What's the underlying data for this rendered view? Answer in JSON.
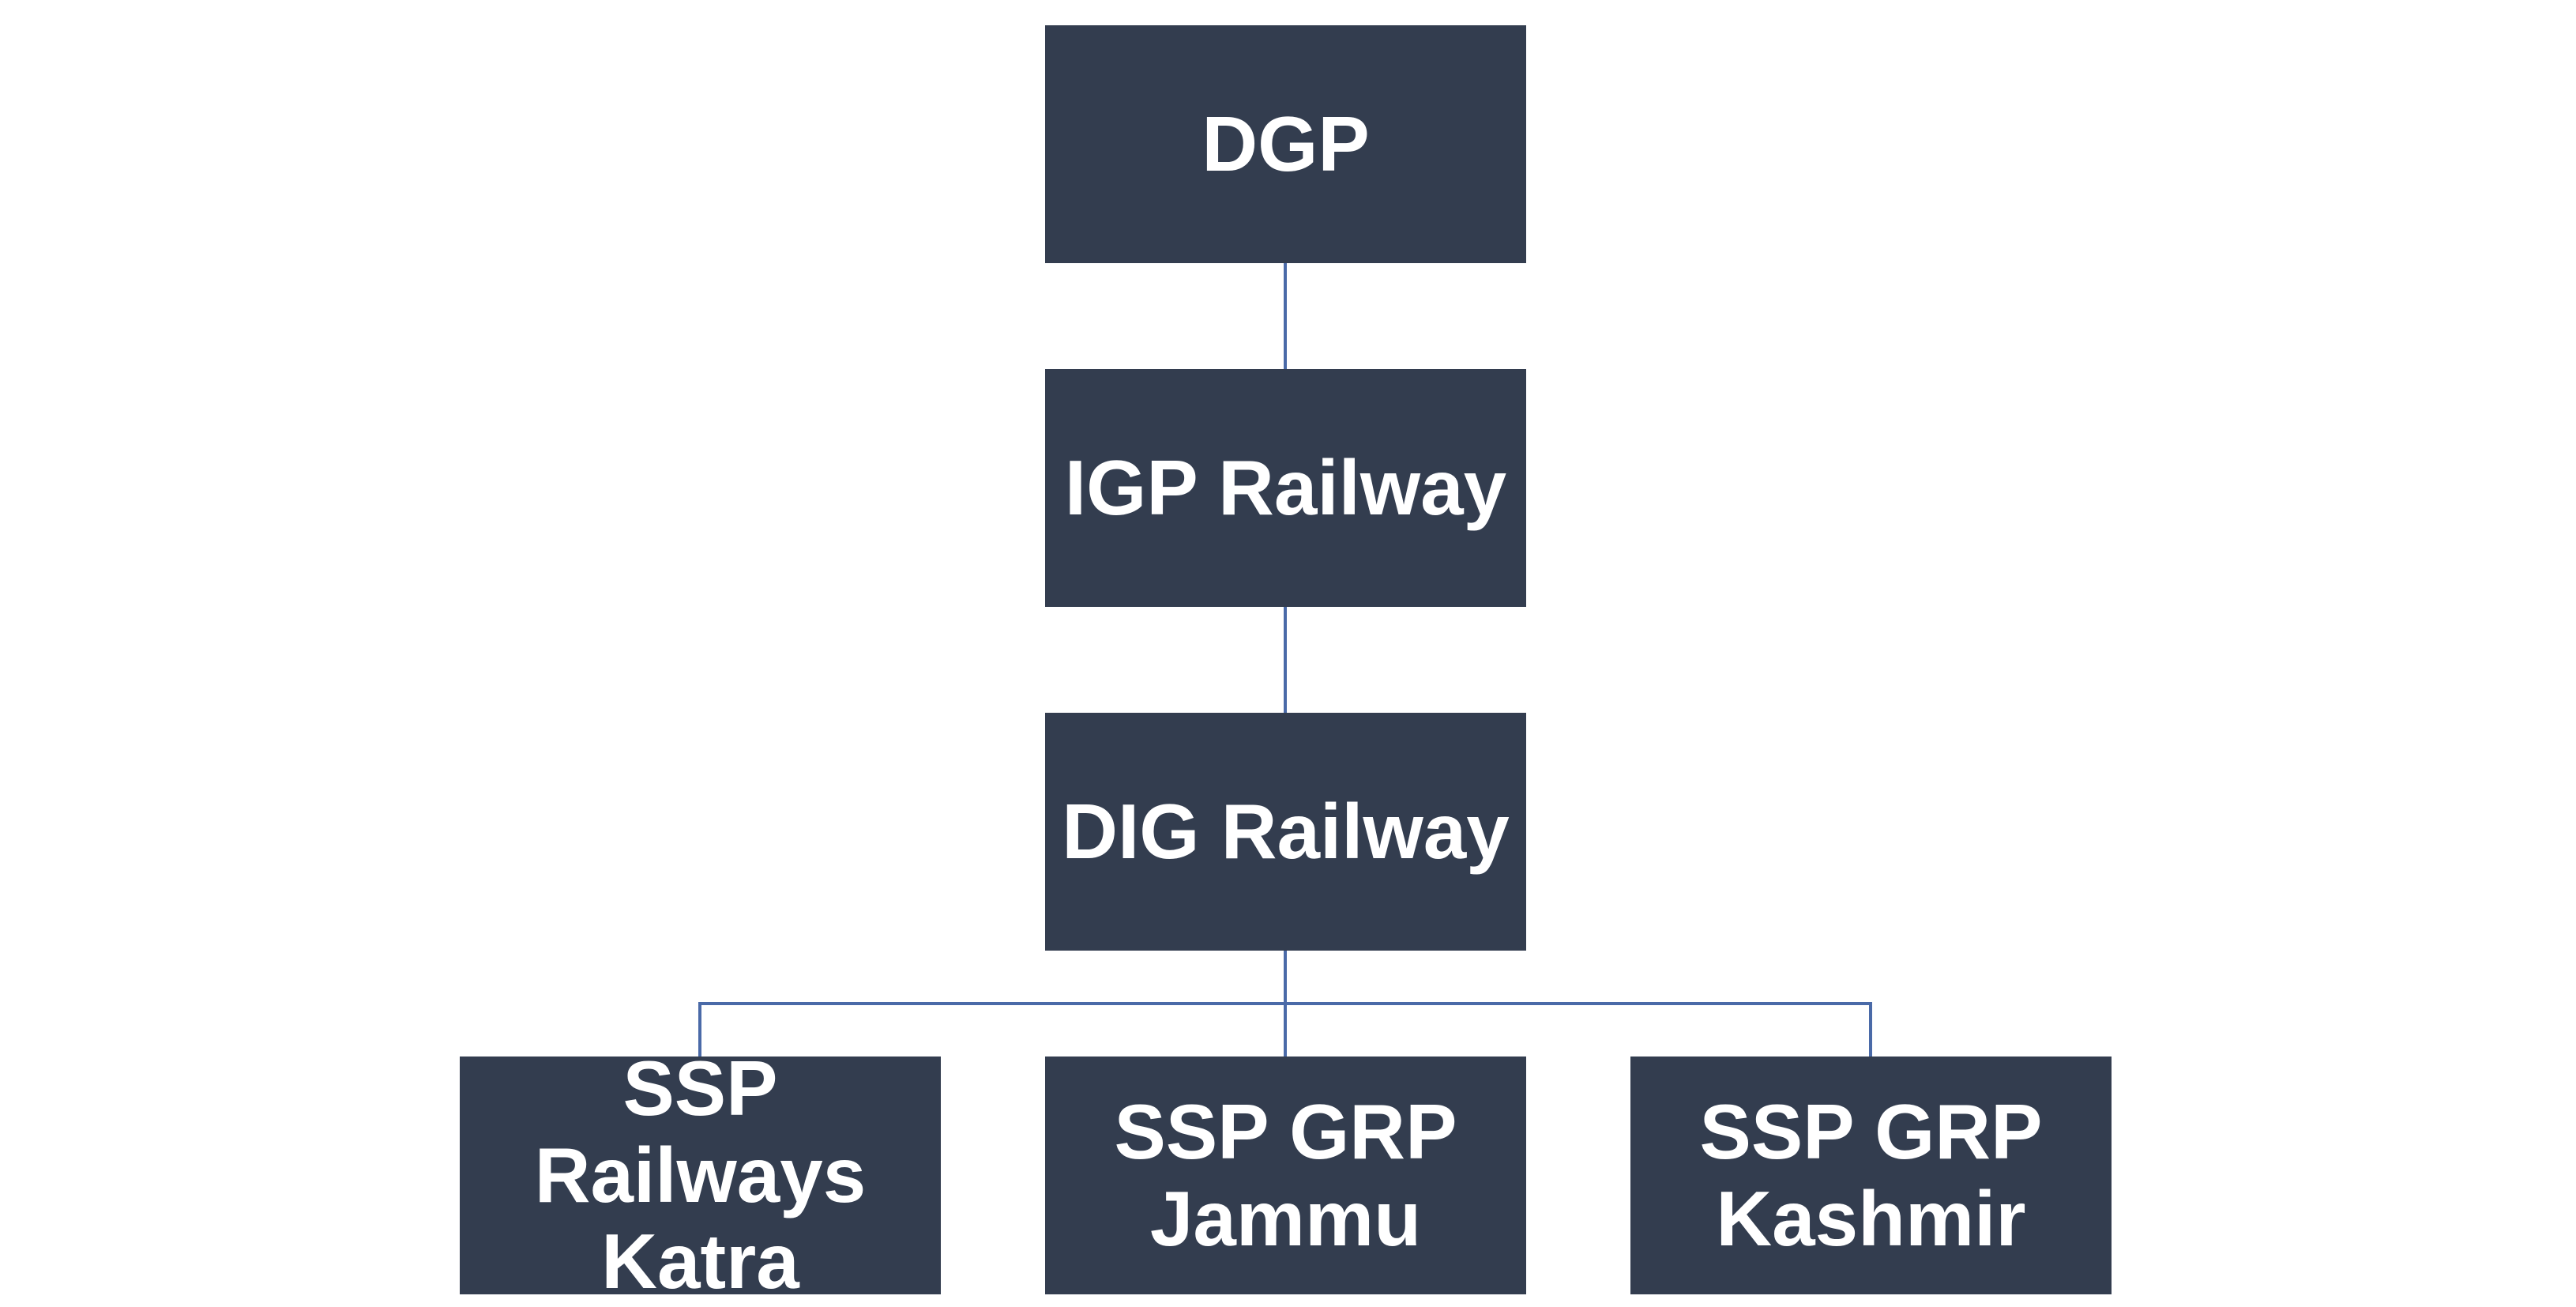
{
  "org_chart": {
    "nodes": {
      "dgp": "DGP",
      "igp_railway": "IGP Railway",
      "dig_railway": "DIG Railway",
      "ssp_railways_katra": "SSP Railways\nKatra",
      "ssp_grp_jammu": "SSP GRP\nJammu",
      "ssp_grp_kashmir": "SSP GRP\nKashmir"
    }
  },
  "colors": {
    "box_fill": "#333d4f",
    "box_text": "#ffffff",
    "connector": "#4a6aa8",
    "background": "#ffffff"
  }
}
